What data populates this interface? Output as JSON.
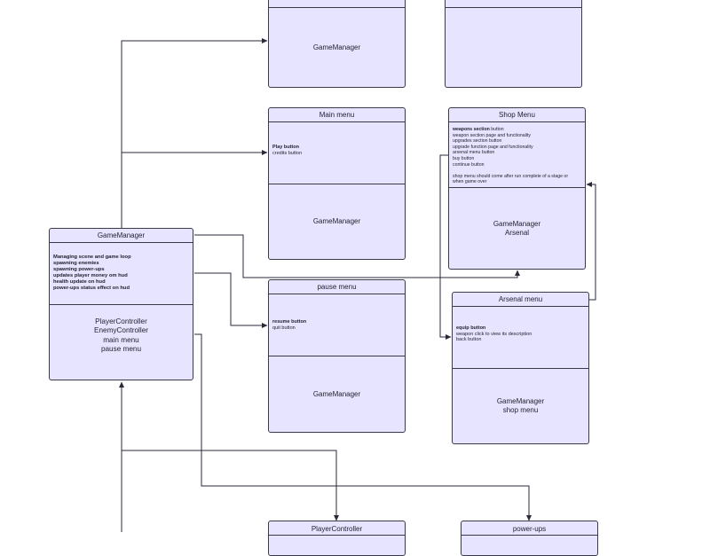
{
  "nodes": {
    "top_left": {
      "title": "",
      "methods": [
        "GameManager"
      ]
    },
    "top_right": {
      "title": "",
      "methods": []
    },
    "main_menu": {
      "title": "Main menu",
      "attributes": [
        {
          "bold": "Play button",
          "rest": ""
        },
        {
          "bold": "",
          "rest": "credits button"
        }
      ],
      "methods": [
        "GameManager"
      ]
    },
    "shop_menu": {
      "title": "Shop Menu",
      "attributes": [
        {
          "bold": "weapons section",
          "rest": " button"
        },
        {
          "bold": "",
          "rest": "weapon section page and functionality"
        },
        {
          "bold": "",
          "rest": "upgrades section button"
        },
        {
          "bold": "",
          "rest": "upgrade function page and functionality"
        },
        {
          "bold": "",
          "rest": "arsenal menu button"
        },
        {
          "bold": "",
          "rest": "buy button"
        },
        {
          "bold": "",
          "rest": "continue button"
        },
        {
          "bold": "",
          "rest": ""
        },
        {
          "bold": "",
          "rest": "shop menu should come after run complete of a stage or"
        },
        {
          "bold": "",
          "rest": "when game over"
        }
      ],
      "methods": [
        "GameManager",
        "Arsenal"
      ]
    },
    "game_manager": {
      "title": "GameManager",
      "attributes": [
        {
          "bold": "Managing scene and game loop",
          "rest": ""
        },
        {
          "bold": "spawning enemies",
          "rest": ""
        },
        {
          "bold": "spawning power-ups",
          "rest": ""
        },
        {
          "bold": "updates player money om hud",
          "rest": ""
        },
        {
          "bold": "health update on hud",
          "rest": ""
        },
        {
          "bold": "power-ups status effect on hud",
          "rest": ""
        }
      ],
      "methods": [
        "PlayerController",
        "EnemyController",
        "main menu",
        "pause menu"
      ]
    },
    "pause_menu": {
      "title": "pause menu",
      "attributes": [
        {
          "bold": "resume button",
          "rest": ""
        },
        {
          "bold": "",
          "rest": "quit button"
        }
      ],
      "methods": [
        "GameManager"
      ]
    },
    "arsenal_menu": {
      "title": "Arsenal menu",
      "attributes": [
        {
          "bold": "equip button",
          "rest": ""
        },
        {
          "bold": "",
          "rest": "weapon click to view its description"
        },
        {
          "bold": "",
          "rest": "back button"
        }
      ],
      "methods": [
        "GameManager",
        "shop menu"
      ]
    },
    "player_controller": {
      "title": "PlayerController"
    },
    "power_ups": {
      "title": "power-ups"
    }
  }
}
